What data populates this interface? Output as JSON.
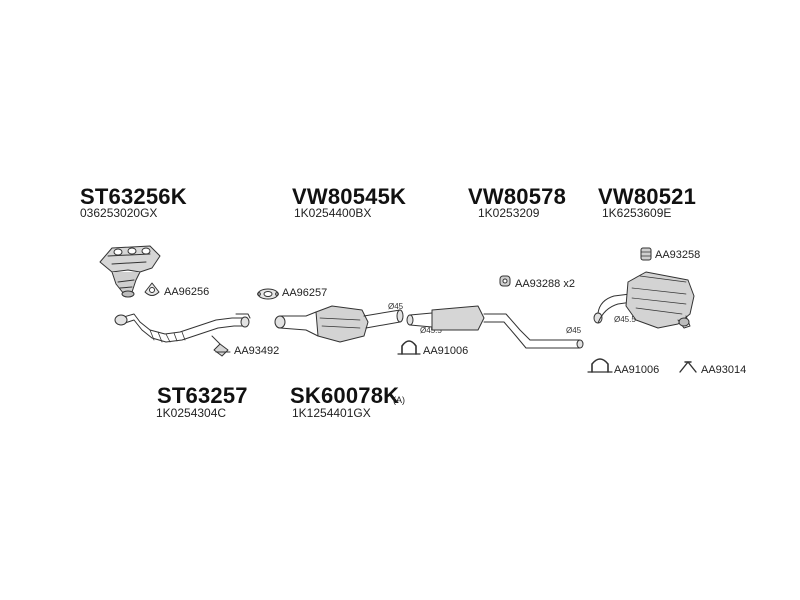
{
  "groups": [
    {
      "part": "ST63256K",
      "oem": "036253020GX"
    },
    {
      "part": "VW80545K",
      "oem": "1K0254400BX"
    },
    {
      "part": "VW80578",
      "oem": "1K0253209"
    },
    {
      "part": "VW80521",
      "oem": "1K6253609E"
    },
    {
      "part": "ST63257",
      "oem": "1K0254304C"
    },
    {
      "part": "SK60078K",
      "oem": "1K1254401GX",
      "note": "(A)"
    }
  ],
  "accessories": {
    "aa96256": "AA96256",
    "aa96257": "AA96257",
    "aa93492": "AA93492",
    "aa91006_a": "AA91006",
    "aa93288": "AA93288 x2",
    "aa93258": "AA93258",
    "aa91006_b": "AA91006",
    "aa93014": "AA93014"
  },
  "diameters": {
    "cat_outlet": "Ø45",
    "mid_inlet": "Ø45.5",
    "mid_outlet": "Ø45",
    "rear_inlet": "Ø45.5"
  },
  "colors": {
    "line": "#333333",
    "metal": "#d6d6d6",
    "metal_dark": "#9a9a9a"
  }
}
